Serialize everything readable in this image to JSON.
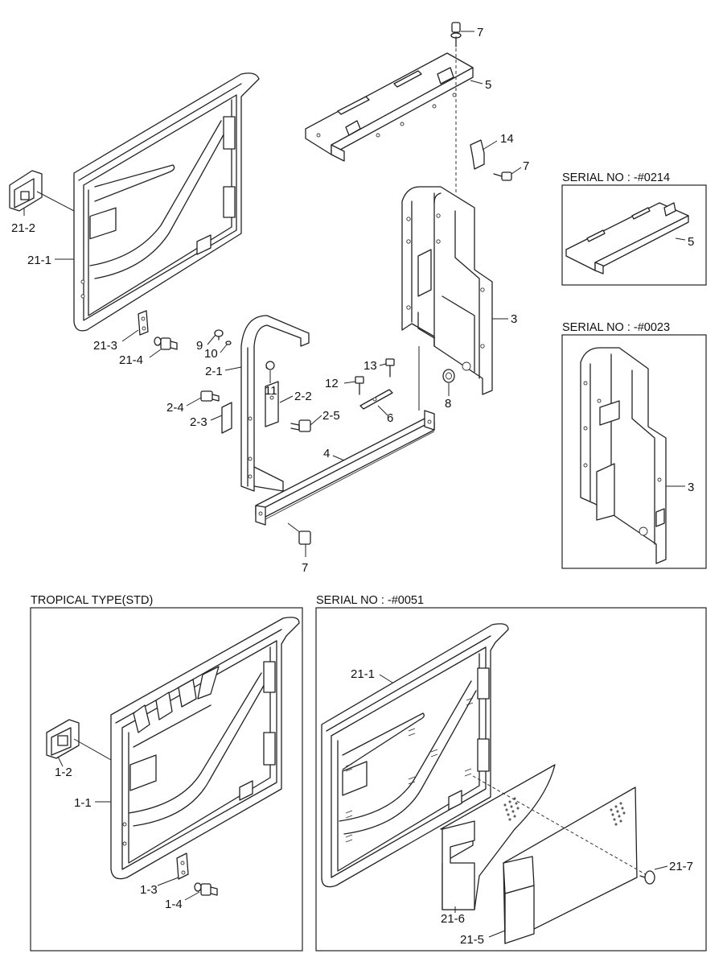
{
  "captions": {
    "serial_0214": "SERIAL NO : -#0214",
    "serial_0023": "SERIAL NO : -#0023",
    "tropical": "TROPICAL TYPE(STD)",
    "serial_0051": "SERIAL NO : -#0051"
  },
  "part_labels": {
    "p7_top": "7",
    "p5": "5",
    "p14": "14",
    "p7_mid": "7",
    "p3": "3",
    "p8": "8",
    "p13": "13",
    "p12": "12",
    "p6": "6",
    "p4": "4",
    "p7_bottom": "7",
    "p9": "9",
    "p10": "10",
    "p2_1": "2-1",
    "p11": "11",
    "p2_2": "2-2",
    "p2_4": "2-4",
    "p2_3": "2-3",
    "p2_5": "2-5",
    "p21_2": "21-2",
    "p21_1": "21-1",
    "p21_3": "21-3",
    "p21_4": "21-4",
    "inset_p5": "5",
    "inset_p3": "3",
    "p1_2": "1-2",
    "p1_1": "1-1",
    "p1_3": "1-3",
    "p1_4": "1-4",
    "s_p21_1": "21-1",
    "s_p21_7": "21-7",
    "s_p21_6": "21-6",
    "s_p21_5": "21-5"
  }
}
